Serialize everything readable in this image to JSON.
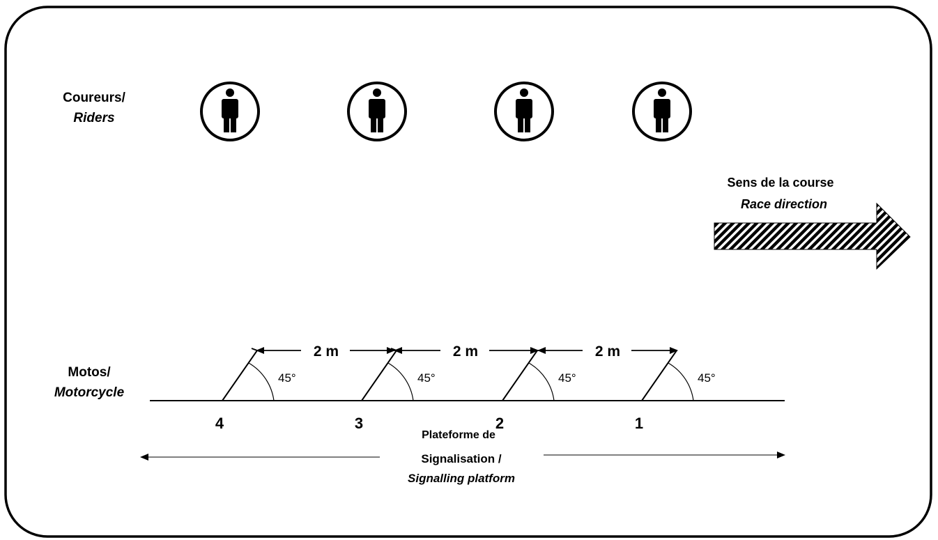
{
  "riders_label": {
    "fr": "Coureurs/",
    "en": "Riders"
  },
  "direction_label": {
    "fr": "Sens de la course",
    "en": "Race direction"
  },
  "motos_label": {
    "fr": "Motos/",
    "en": "Motorcycle"
  },
  "spacing_label": "2 m",
  "angle_label": "45°",
  "motorcycle_numbers": [
    "4",
    "3",
    "2",
    "1"
  ],
  "platform_label": {
    "line1": "Plateforme de",
    "line2": "Signalisation /",
    "line3": "Signalling platform"
  },
  "rider_count": 4,
  "colors": {
    "stroke": "#000000",
    "background": "#ffffff"
  }
}
